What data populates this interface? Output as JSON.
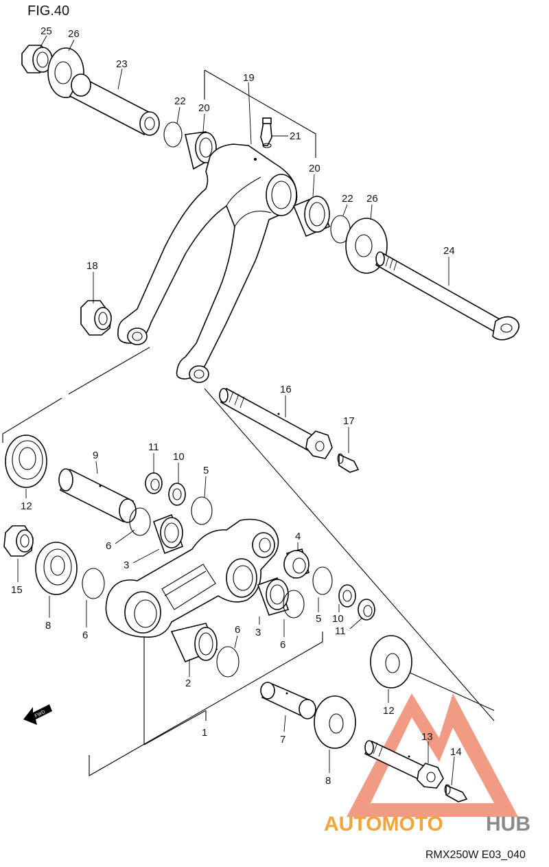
{
  "figure_title": "FIG.40",
  "diagram_code": "RMX250W E03_040",
  "watermark": {
    "part1": "AUTOMOTO",
    "part2": "HUB",
    "color1": "#f2a33a",
    "color2": "#8a8a8a",
    "logo_color": "#ef7b62"
  },
  "fwd_label": "FWD",
  "callouts": {
    "c25": "25",
    "c26a": "26",
    "c23": "23",
    "c19": "19",
    "c22a": "22",
    "c20a": "20",
    "c21": "21",
    "c20b": "20",
    "c22b": "22",
    "c26b": "26",
    "c24": "24",
    "c18": "18",
    "c16": "16",
    "c17": "17",
    "c12a": "12",
    "c9": "9",
    "c11a": "11",
    "c10a": "10",
    "c5a": "5",
    "c6a": "6",
    "c3a": "3",
    "c4": "4",
    "c15": "15",
    "c8a": "8",
    "c6b": "6",
    "c3b": "3",
    "c6c": "6",
    "c10b": "10",
    "c5b": "5",
    "c11b": "11",
    "c6d": "6",
    "c2": "2",
    "c12b": "12",
    "c1": "1",
    "c7": "7",
    "c8b": "8",
    "c13": "13",
    "c14": "14"
  }
}
